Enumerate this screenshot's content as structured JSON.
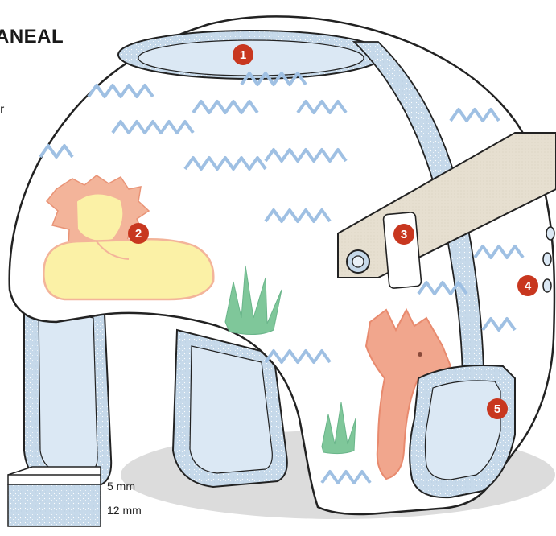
{
  "title": "ANEAL",
  "fragment_mark": "r",
  "callouts": [
    "1",
    "2",
    "3",
    "4",
    "5"
  ],
  "dimensions": {
    "top_layer": "5 mm",
    "bottom_layer": "12 mm"
  },
  "colors": {
    "shell": "#ffffff",
    "foam": "#c6d9ea",
    "zigzag": "#9fc0e3",
    "lion_body": "#fbf1a6",
    "lion_mane": "#f3b49a",
    "rhino": "#f1a68d",
    "grass": "#7fc79a",
    "strap": "#e6dfd0",
    "callout": "#c8371f",
    "shadow": "#dcdcdc"
  }
}
